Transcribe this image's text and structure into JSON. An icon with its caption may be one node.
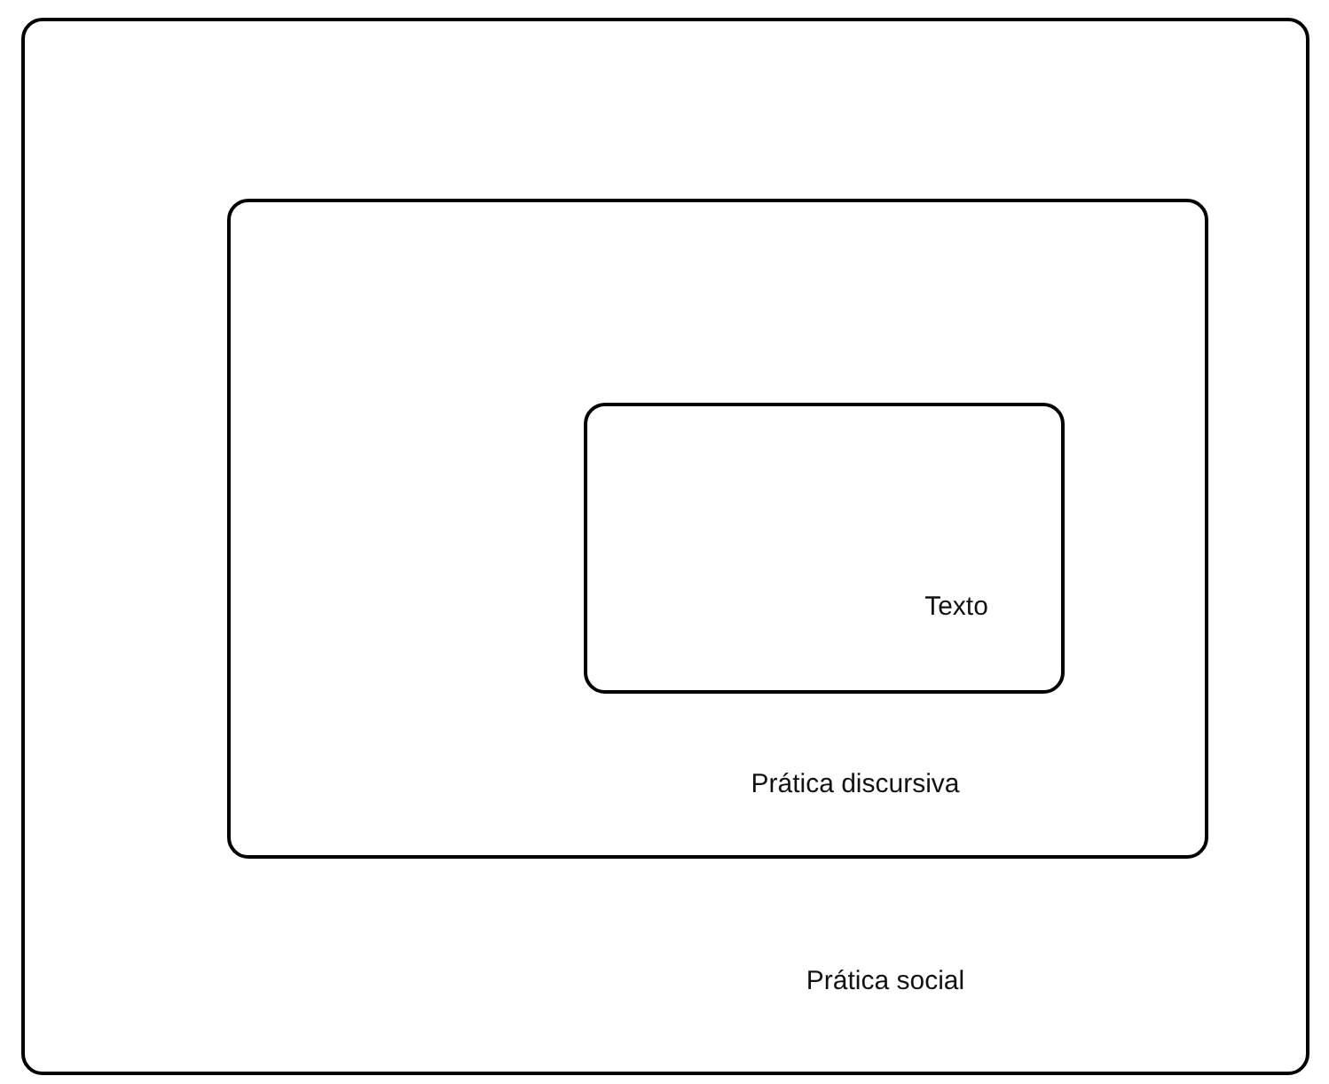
{
  "diagram": {
    "nodes": [
      {
        "text": [
          "Prática social"
        ]
      },
      {
        "text": [
          "Prática discursiva"
        ],
        "in": 0
      },
      {
        "text": [
          "Texto"
        ],
        "in": 1
      }
    ]
  }
}
